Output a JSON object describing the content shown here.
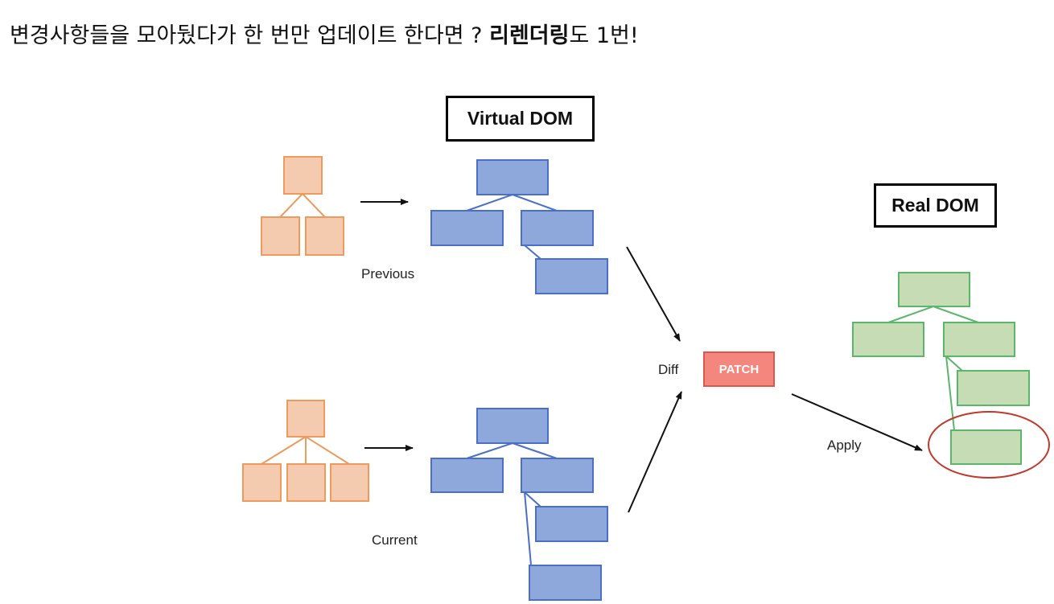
{
  "heading": {
    "part1": "변경사항들을 모아뒀다가 한 번만 업데이트 한다면 ? ",
    "bold": "리렌더링",
    "part2": "도 1번!"
  },
  "diagram": {
    "virtual_dom_label": "Virtual DOM",
    "real_dom_label": "Real DOM",
    "previous_label": "Previous",
    "current_label": "Current",
    "diff_label": "Diff",
    "patch_label": "PATCH",
    "apply_label": "Apply"
  },
  "colors": {
    "orange_fill": "#f5cbaf",
    "orange_stroke": "#ee9a5c",
    "blue_fill": "#8fa8dc",
    "blue_stroke": "#4a6fc6",
    "green_fill": "#c6dcb4",
    "green_stroke": "#5bb56a",
    "patch_fill": "#f4877d",
    "highlight_ellipse": "#c0392b"
  }
}
